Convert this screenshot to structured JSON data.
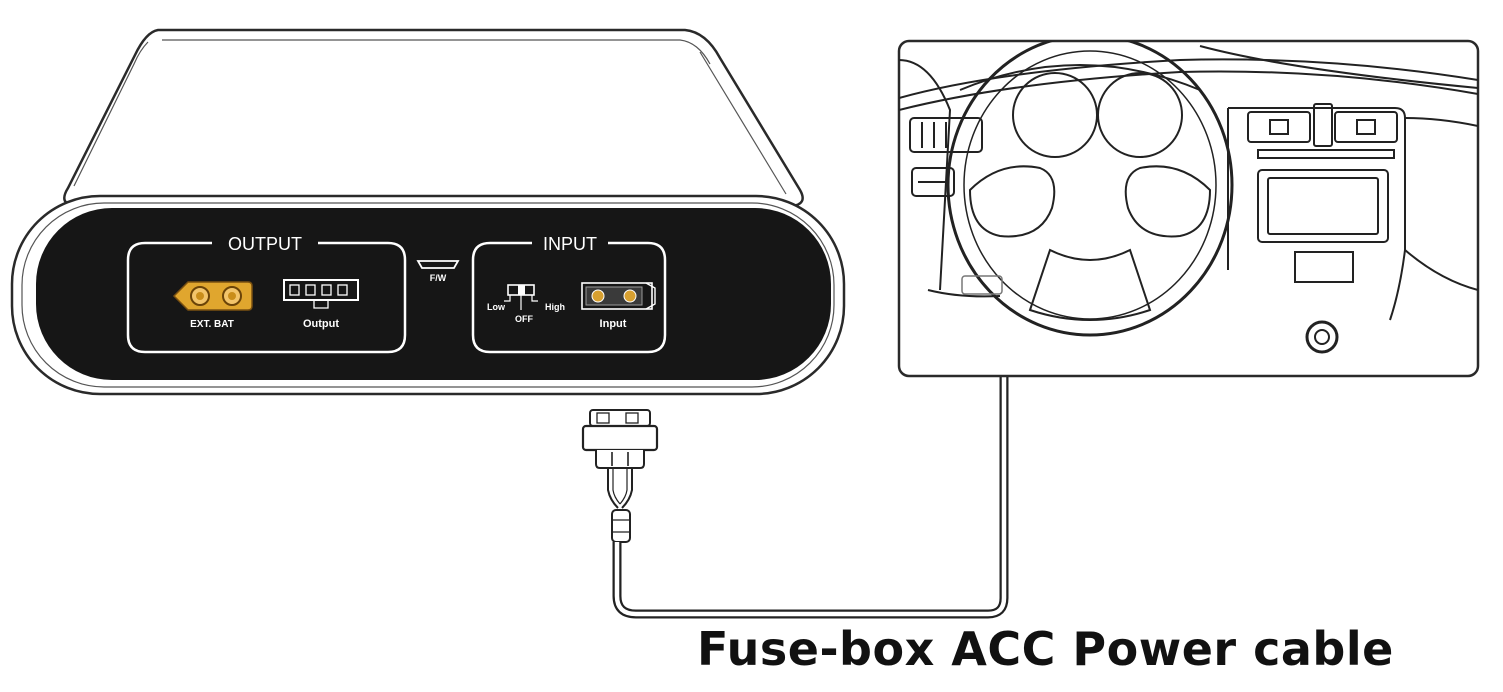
{
  "device": {
    "output_group_label": "OUTPUT",
    "input_group_label": "INPUT",
    "ext_bat_label": "EXT.  BAT",
    "output_port_label": "Output",
    "fw_port_label": "F/W",
    "switch_low_label": "Low",
    "switch_off_label": "OFF",
    "switch_high_label": "High",
    "input_port_label": "Input"
  },
  "caption": "Fuse-box ACC Power cable",
  "colors": {
    "panel": "#161616",
    "ext_bat_connector": "#e0a62e",
    "line": "#222222"
  }
}
